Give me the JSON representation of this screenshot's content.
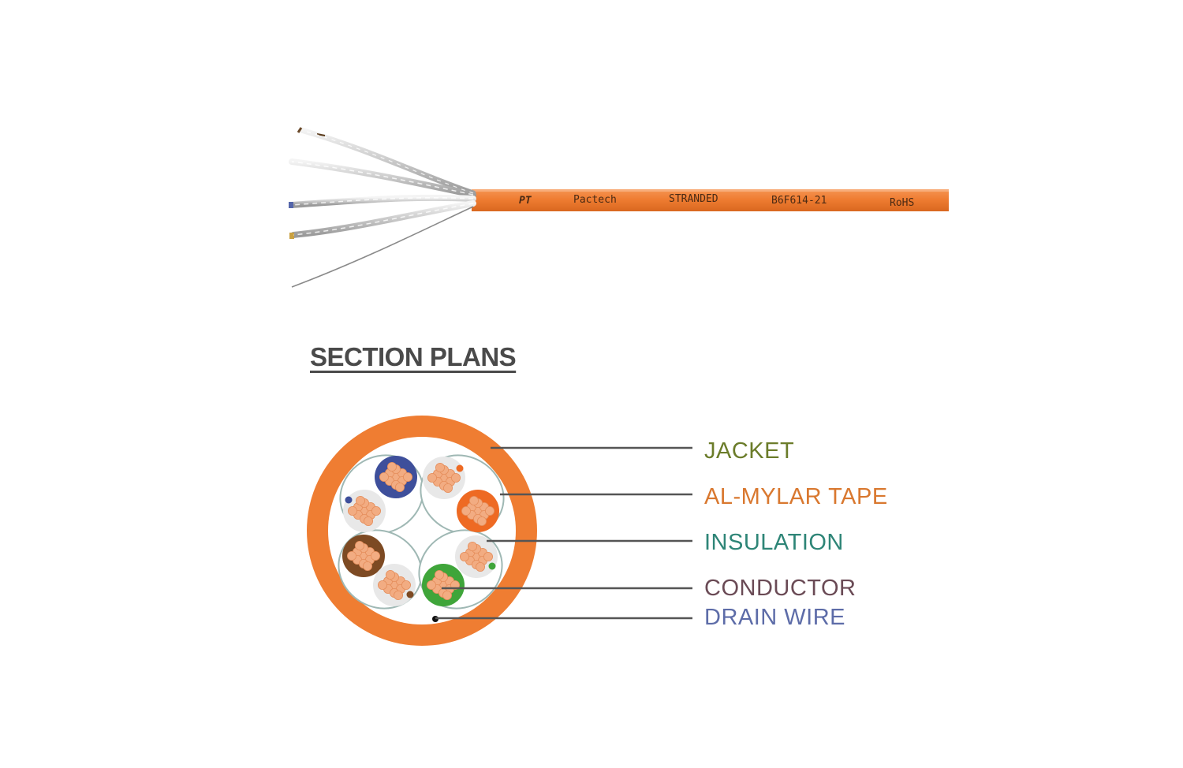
{
  "cable": {
    "print_logo": "PT",
    "print_texts": [
      "Pactech",
      "STRANDED",
      "B6F614-21",
      "RoHS"
    ],
    "jacket_color": "#f0812f"
  },
  "section": {
    "title": "SECTION PLANS"
  },
  "labels": {
    "jacket": "JACKET",
    "al_mylar_tape": "AL-MYLAR TAPE",
    "insulation": "INSULATION",
    "conductor": "CONDUCTOR",
    "drain_wire": "DRAIN WIRE"
  },
  "colors": {
    "jacket": "#ef7d32",
    "pair_blue": "#3e4f9b",
    "pair_orange": "#ee6a23",
    "pair_brown": "#7d4a23",
    "pair_green": "#3fa53a",
    "copper": "#f2ac82",
    "label_line": "#555555"
  }
}
